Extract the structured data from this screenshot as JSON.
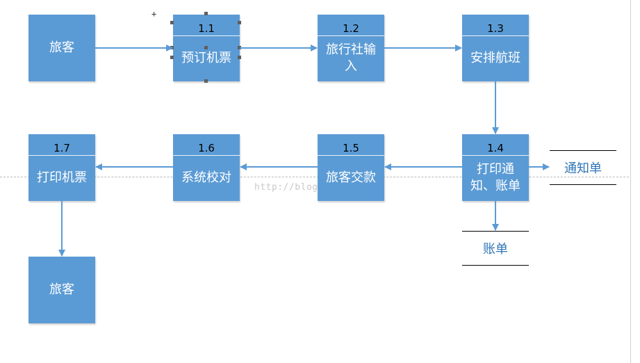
{
  "nodes": {
    "passenger_top": {
      "label": "旅客"
    },
    "p1_1": {
      "number": "1.1",
      "label": "预订机票"
    },
    "p1_2": {
      "number": "1.2",
      "label": "旅行社输入"
    },
    "p1_3": {
      "number": "1.3",
      "label": "安排航班"
    },
    "p1_4": {
      "number": "1.4",
      "label": "打印通知、账单"
    },
    "p1_5": {
      "number": "1.5",
      "label": "旅客交款"
    },
    "p1_6": {
      "number": "1.6",
      "label": "系统校对"
    },
    "p1_7": {
      "number": "1.7",
      "label": "打印机票"
    },
    "passenger_bottom": {
      "label": "旅客"
    }
  },
  "stores": {
    "notice": {
      "label": "通知单"
    },
    "bill": {
      "label": "账单"
    }
  },
  "watermark": "http://blog.csdn.net/",
  "colors": {
    "box": "#5b9bd5",
    "arrow": "#5b9bd5",
    "store_text": "#2e75b6"
  }
}
